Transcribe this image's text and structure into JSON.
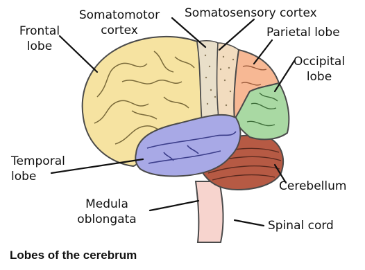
{
  "labels": {
    "frontal_line1": "Frontal",
    "frontal_line2": "lobe",
    "somatomotor_line1": "Somatomotor",
    "somatomotor_line2": "cortex",
    "somatosensory": "Somatosensory cortex",
    "parietal": "Parietal lobe",
    "occipital_line1": "Occipital",
    "occipital_line2": "lobe",
    "temporal_line1": "Temporal",
    "temporal_line2": "lobe",
    "cerebellum": "Cerebellum",
    "medula_line1": "Medula",
    "medula_line2": "oblongata",
    "spinal_cord": "Spinal cord"
  },
  "caption": "Lobes of the cerebrum",
  "colors": {
    "frontal": "#f6e3a1",
    "somatomotor": "#e9dfc9",
    "somatosensory": "#f2dcbf",
    "parietal": "#f7b894",
    "occipital": "#a9d9a3",
    "temporal": "#a8a9e6",
    "cerebellum": "#b65a44",
    "brainstem": "#f7d4ce",
    "outline": "#4a4a4a",
    "text": "#111111"
  }
}
